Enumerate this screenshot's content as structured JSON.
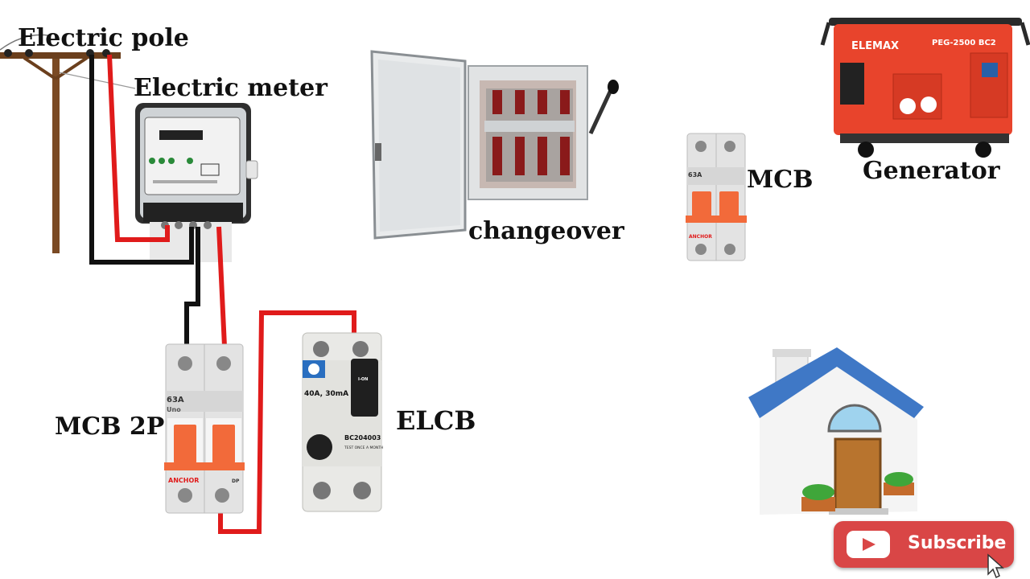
{
  "labels": {
    "electric_pole": "Electric pole",
    "electric_meter": "Electric meter",
    "changeover": "changeover",
    "mcb": "MCB",
    "generator": "Generator",
    "mcb_2p": "MCB 2P",
    "elcb": "ELCB"
  },
  "device_text": {
    "mcb_rating": "63A",
    "mcb_brand": "ANCHOR",
    "mcb_series": "Uno",
    "mcb_pole": "DP",
    "elcb_rating": "40A, 30mA",
    "elcb_model": "BC204003",
    "elcb_switch": "I-ON",
    "elcb_test": "TEST ONCE A MONTH",
    "generator_brand": "ELEMAX",
    "generator_model": "PEG-2500 BC2"
  },
  "subscribe": {
    "label": "Subscribe"
  },
  "colors": {
    "live_wire": "#e01b1b",
    "neutral_wire": "#111111",
    "generator_body": "#e8442c",
    "house_roof": "#3f78c6",
    "subscribe_bg": "#d94646",
    "mcb_toggle": "#f26a3a"
  },
  "icons": {
    "subscribe_button": "play-icon",
    "cursor": "mouse-pointer-icon"
  }
}
